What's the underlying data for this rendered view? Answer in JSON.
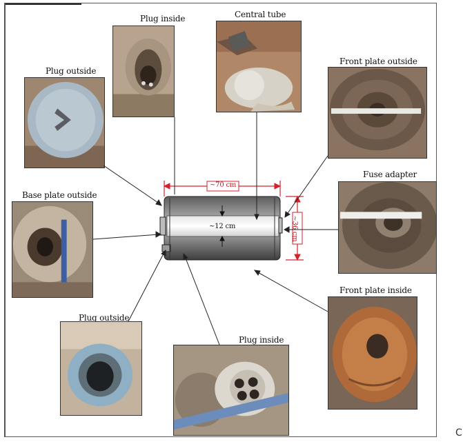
{
  "labels": {
    "plug_inside_top": "Plug inside",
    "central_tube": "Central tube",
    "plug_outside_top": "Plug outside",
    "front_plate_outside": "Front plate outside",
    "fuse_adapter": "Fuse adapter",
    "base_plate_outside": "Base plate outside",
    "plug_outside_bottom": "Plug outside",
    "plug_inside_bottom": "Plug inside",
    "front_plate_inside": "Front plate inside"
  },
  "dimensions": {
    "length": "~70 cm",
    "diameter": "~36 cm",
    "tube": "~12 cm"
  },
  "corner_mark": "C"
}
